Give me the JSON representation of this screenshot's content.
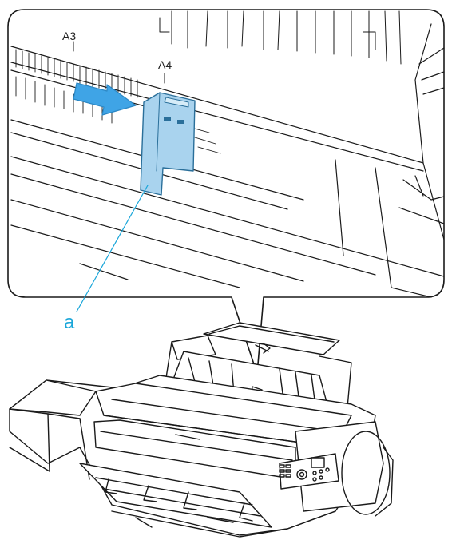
{
  "labels": {
    "a3": "A3",
    "a4": "A4",
    "a": "a"
  },
  "colors": {
    "guide_blue": "#a9d3ee",
    "guide_outline": "#2a6f9a",
    "arrow_blue": "#3fa4e6",
    "callout_line": "#1aa6d9",
    "line": "#1a1a1a"
  },
  "icons": {
    "push_arrow": "arrow-right-icon"
  }
}
